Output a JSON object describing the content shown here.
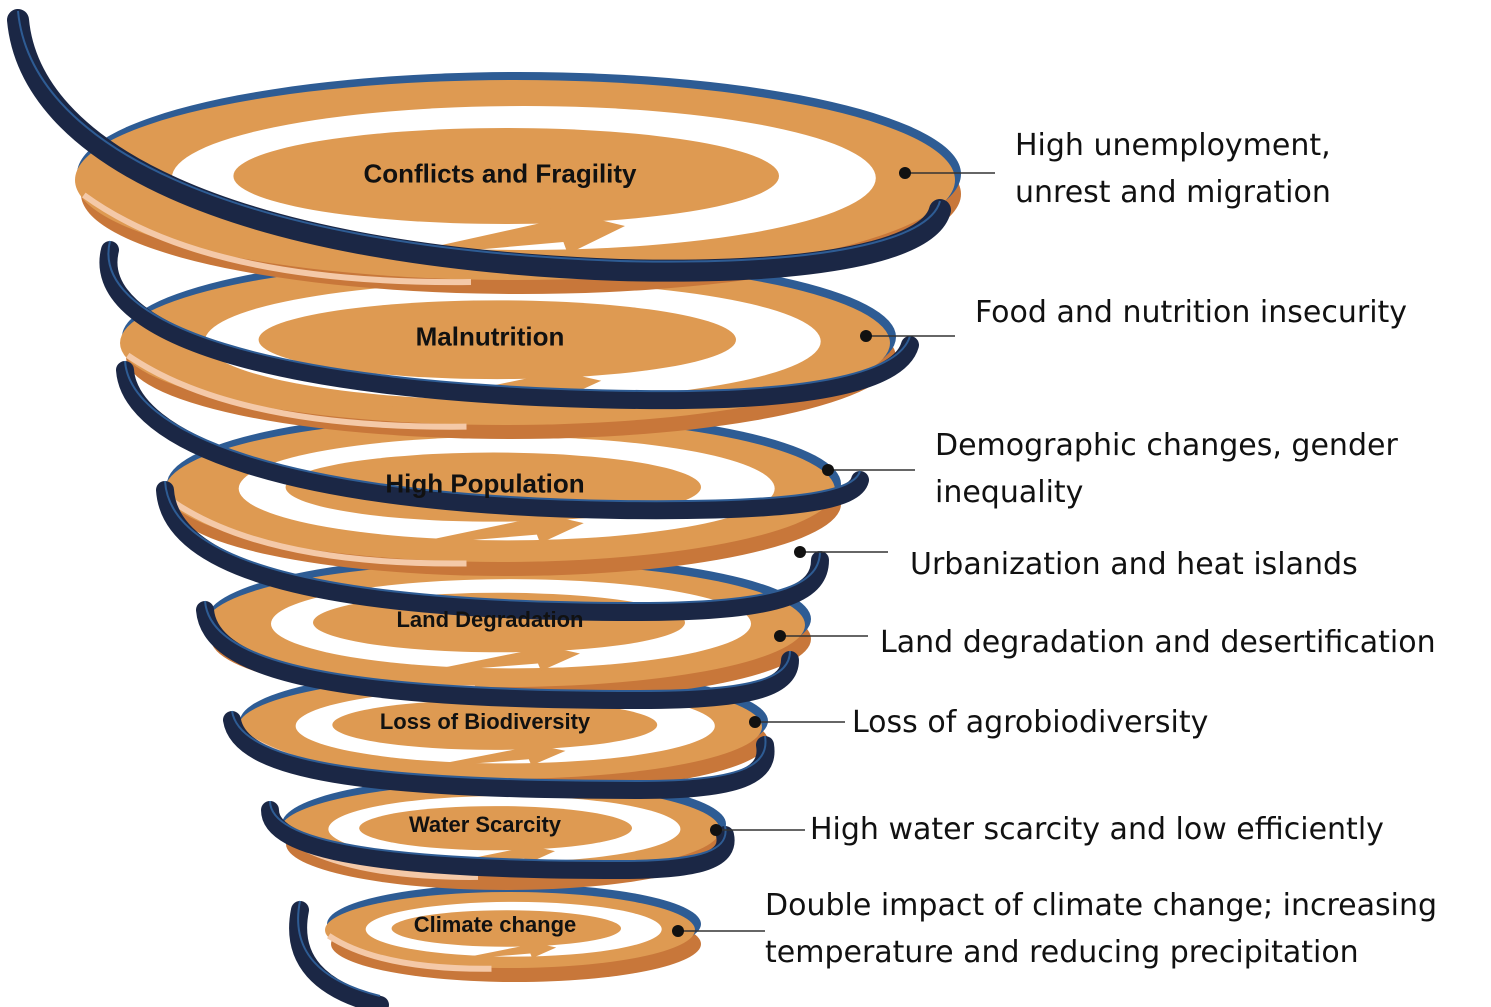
{
  "colors": {
    "orange": "#DE9A52",
    "orange_dark": "#C8773A",
    "navy": "#1B2745",
    "navy_edge": "#2E5C94",
    "highlight": "#F4C9A8",
    "dot": "#111111"
  },
  "tiers": [
    {
      "label": "Conflicts and Fragility",
      "impact": [
        "High unemployment,",
        "unrest and migration"
      ]
    },
    {
      "label": "Malnutrition",
      "impact": [
        "Food and nutrition insecurity"
      ]
    },
    {
      "label": "High Population",
      "impact": [
        "Demographic changes,  gender",
        "inequality"
      ]
    },
    {
      "label": "",
      "impact": [
        "Urbanization and heat islands"
      ]
    },
    {
      "label": "Land Degradation",
      "impact": [
        "Land degradation and  desertification"
      ]
    },
    {
      "label": "Loss of Biodiversity",
      "impact": [
        "Loss of agrobiodiversity"
      ]
    },
    {
      "label": "Water Scarcity",
      "impact": [
        "High water scarcity and low efficiently"
      ]
    },
    {
      "label": "Climate change",
      "impact": [
        "Double impact of climate change; increasing",
        "temperature and reducing precipitation"
      ]
    }
  ]
}
